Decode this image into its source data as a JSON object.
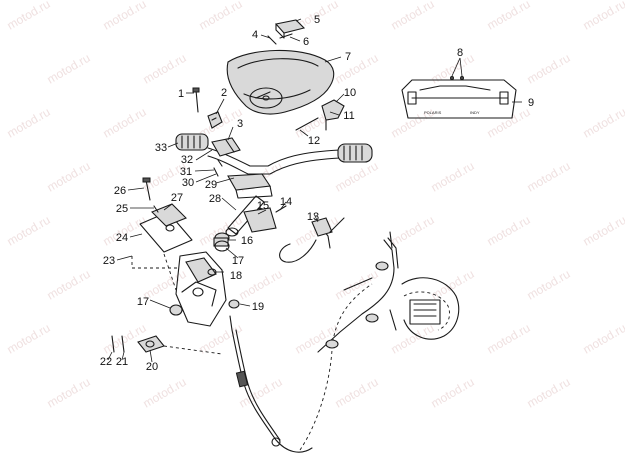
{
  "watermark": "motod.ru",
  "callouts": {
    "c1": "1",
    "c2": "2",
    "c3": "3",
    "c4": "4",
    "c5": "5",
    "c6": "6",
    "c7": "7",
    "c8": "8",
    "c9": "9",
    "c10": "10",
    "c11": "11",
    "c12": "12",
    "c13": "13",
    "c14": "14",
    "c15": "15",
    "c16": "16",
    "c17a": "17",
    "c17b": "17",
    "c18": "18",
    "c19": "19",
    "c20": "20",
    "c21": "21",
    "c22": "22",
    "c23": "23",
    "c24": "24",
    "c25": "25",
    "c26": "26",
    "c27": "27",
    "c28": "28",
    "c29": "29",
    "c30": "30",
    "c31": "31",
    "c32": "32",
    "c33": "33"
  },
  "decal_text": {
    "left": "POLARIS",
    "right": "INDY"
  }
}
